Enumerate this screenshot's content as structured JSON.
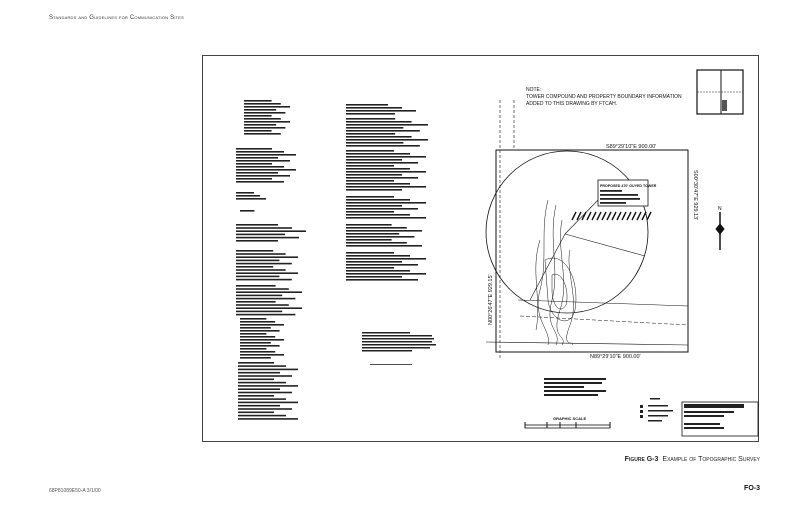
{
  "header": {
    "running_title": "Standards and Guidelines for Communication Sites"
  },
  "drawing": {
    "note_title": "NOTE:",
    "note_line1": "TOWER COMPOUND AND PROPERTY BOUNDARY INFORMATION",
    "note_line2": "ADDED TO THIS DRAWING BY FTCAH.",
    "bearing_top": "S89°29'10\"E  900.00'",
    "bearing_bottom": "N89°29'10\"E  900.00'",
    "bearing_right": "S00°30'47\"E  929.13'",
    "bearing_left": "N00°26'47\"E  929.15'",
    "tower_label": "PROPOSED 470' GUYED TOWER",
    "graphic_scale": "GRAPHIC SCALE"
  },
  "caption": {
    "figure": "Figure G-3",
    "title": "Example of Topographic Survey"
  },
  "footer": {
    "doc_id": "68P81089E50-A   3/1/00",
    "page": "FO-3"
  }
}
